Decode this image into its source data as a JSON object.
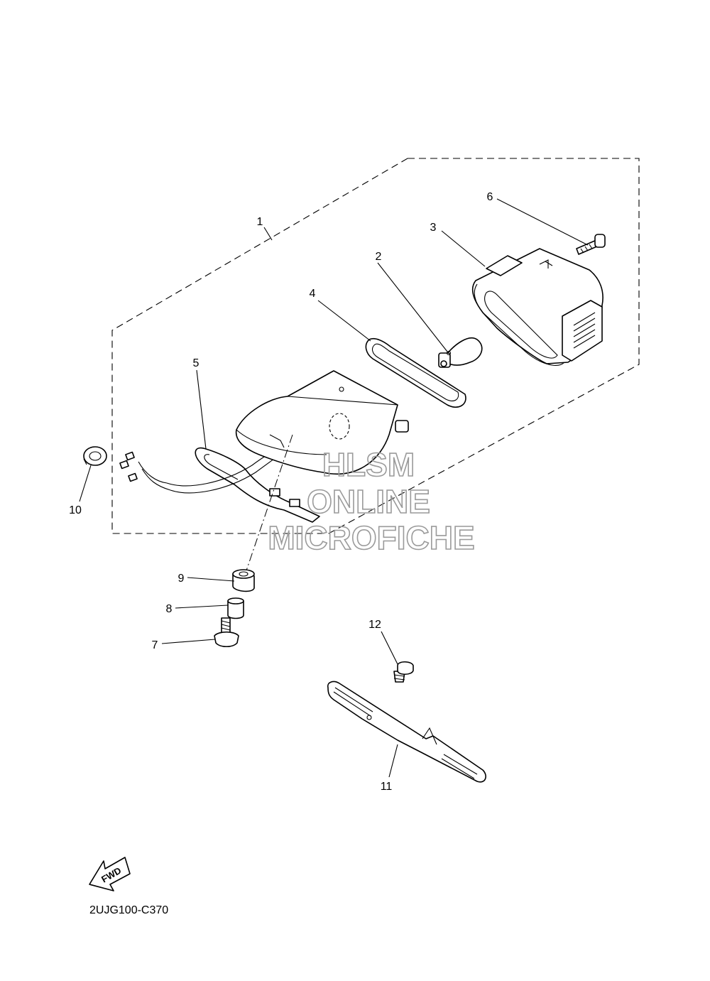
{
  "diagram": {
    "callouts": [
      "1",
      "2",
      "3",
      "4",
      "5",
      "6",
      "7",
      "8",
      "9",
      "10",
      "11",
      "12"
    ],
    "watermark": {
      "line1": "HLSM",
      "line2": "ONLINE",
      "line3": "MICROFICHE"
    },
    "fwd_label": "FWD",
    "drawing_code": "2UJG100-C370"
  }
}
